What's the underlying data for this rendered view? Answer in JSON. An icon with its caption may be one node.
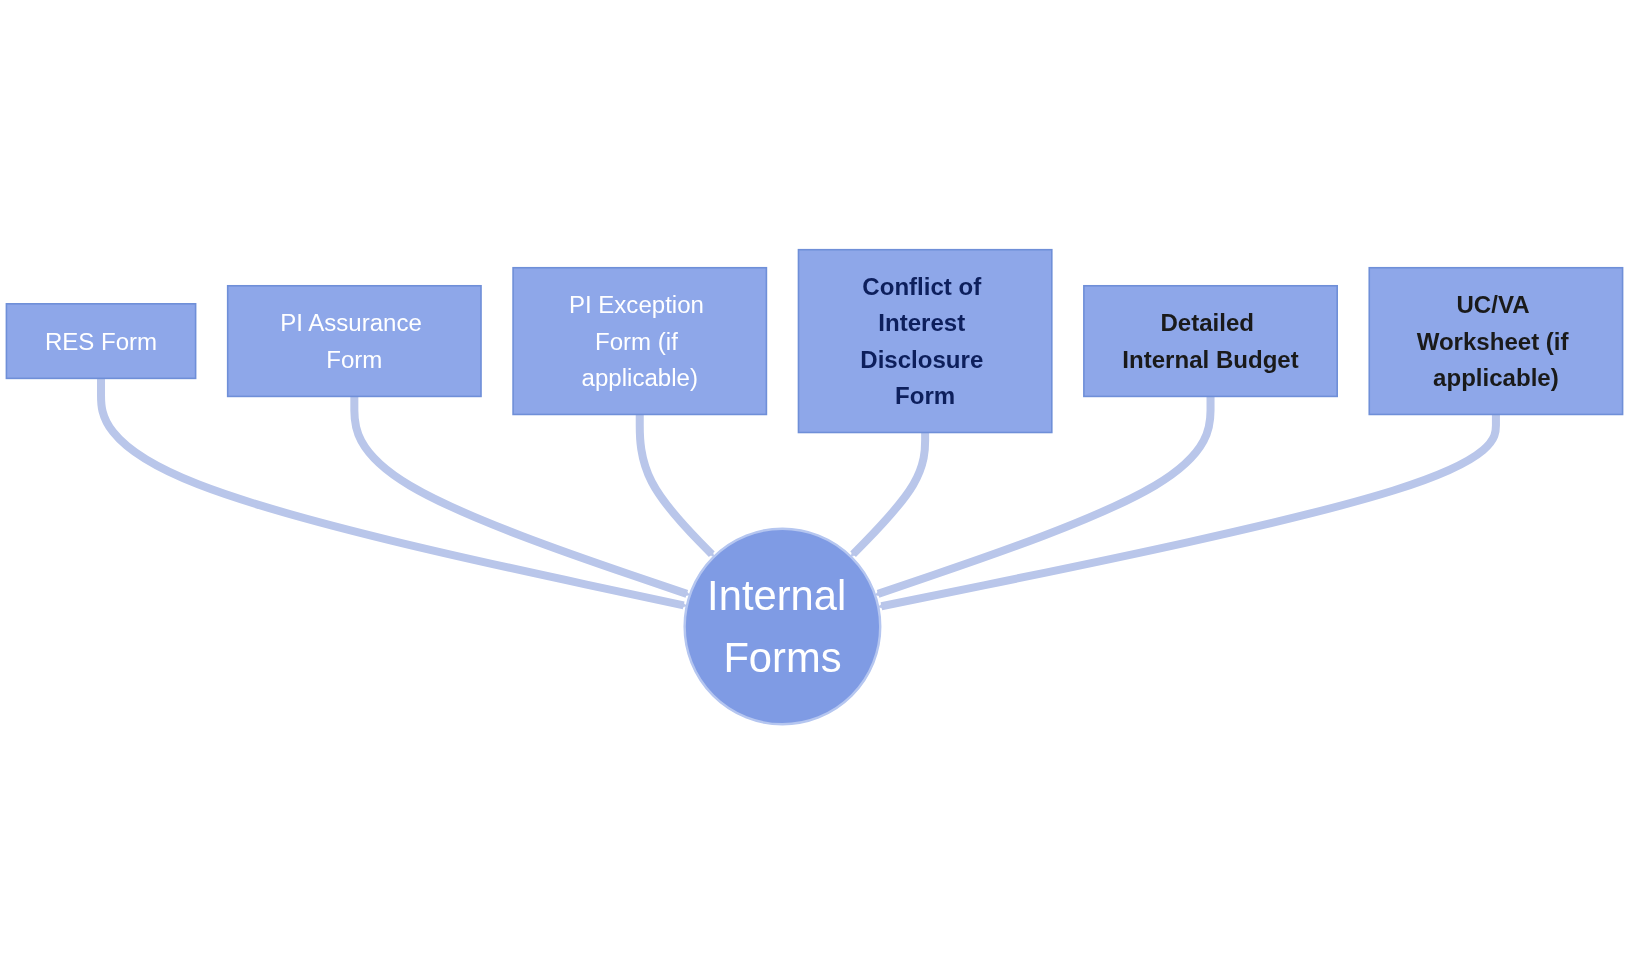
{
  "diagram": {
    "nodes": [
      {
        "text": [
          "RES Form"
        ]
      },
      {
        "text": [
          "PI Assurance Form"
        ]
      },
      {
        "text": [
          "PI Exception Form (if applicable)"
        ]
      },
      {
        "text": [
          "Conflict of Interest Disclosure Form"
        ]
      },
      {
        "text": [
          "Detailed Internal Budget"
        ]
      },
      {
        "text": [
          "UC/VA Worksheet (if applicable)"
        ]
      },
      {
        "text": [
          "Internal Forms"
        ]
      }
    ],
    "edges": [
      {
        "from": 0,
        "to": 6,
        "arrow": "to"
      },
      {
        "from": 1,
        "to": 6,
        "arrow": "to"
      },
      {
        "from": 2,
        "to": 6,
        "arrow": "to"
      },
      {
        "from": 3,
        "to": 6,
        "arrow": "to"
      },
      {
        "from": 4,
        "to": 6,
        "arrow": "to"
      },
      {
        "from": 5,
        "to": 6,
        "arrow": "to"
      }
    ]
  }
}
